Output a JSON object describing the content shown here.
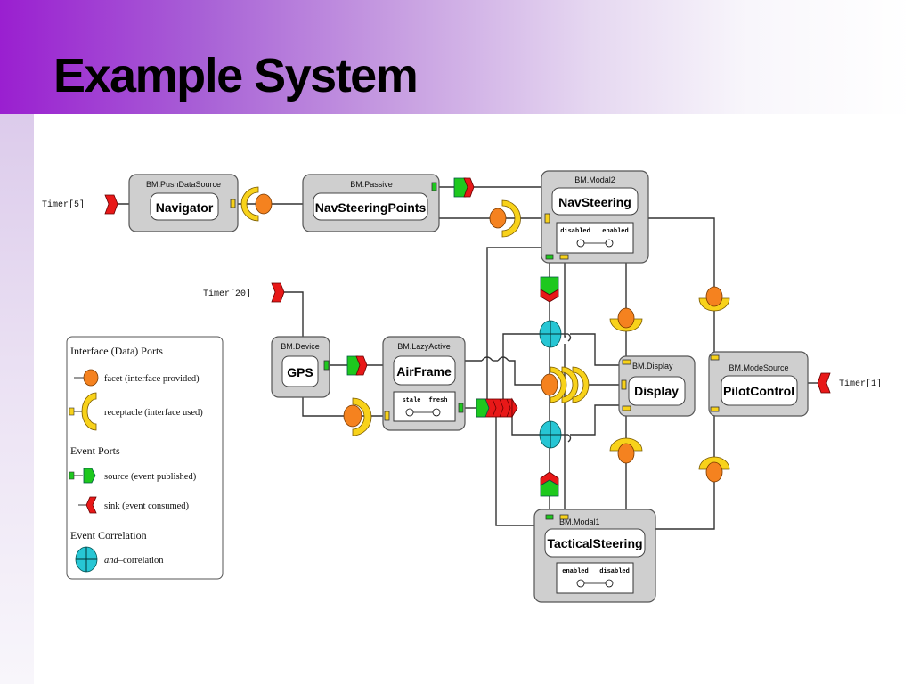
{
  "slide": {
    "title": "Example System"
  },
  "timers": {
    "timer5": "Timer[5]",
    "timer20": "Timer[20]",
    "timer1": "Timer[1]"
  },
  "components": {
    "navigator": {
      "type": "BM.PushDataSource",
      "name": "Navigator"
    },
    "navsteeringpoints": {
      "type": "BM.Passive",
      "name": "NavSteeringPoints"
    },
    "navsteering": {
      "type": "BM.Modal2",
      "name": "NavSteering",
      "mode_left": "disabled",
      "mode_right": "enabled"
    },
    "gps": {
      "type": "BM.Device",
      "name": "GPS"
    },
    "airframe": {
      "type": "BM.LazyActive",
      "name": "AirFrame",
      "mode_left": "stale",
      "mode_right": "fresh"
    },
    "display": {
      "type": "BM.Display",
      "name": "Display"
    },
    "pilotcontrol": {
      "type": "BM.ModeSource",
      "name": "PilotControl"
    },
    "tacticalsteering": {
      "type": "BM.Modal1",
      "name": "TacticalSteering",
      "mode_left": "enabled",
      "mode_right": "disabled"
    }
  },
  "legend": {
    "interface_heading": "Interface (Data) Ports",
    "facet_label": "facet (interface provided)",
    "receptacle_label": "receptacle (interface used)",
    "event_heading": "Event Ports",
    "source_label": "source (event published)",
    "sink_label": "sink (event consumed)",
    "correlation_heading": "Event Correlation",
    "and_label_italic": "and",
    "and_label_rest": "–correlation"
  },
  "colors": {
    "facet": "#f5821f",
    "receptacle": "#f8d21a",
    "source": "#1ec81e",
    "sink": "#e81818",
    "correlation": "#27c6d4",
    "component_fill": "#cfcfcf",
    "title_purple": "#9a1fd0"
  }
}
